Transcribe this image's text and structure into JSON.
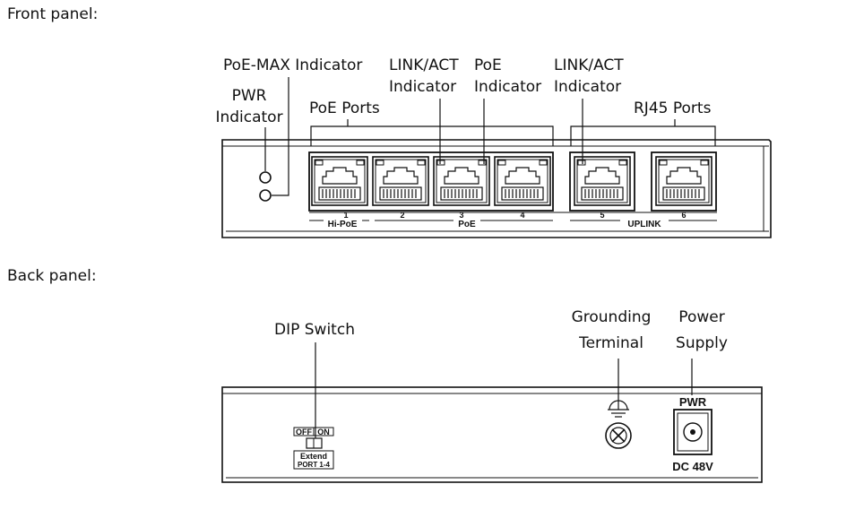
{
  "sections": {
    "front_title": "Front panel:",
    "back_title": "Back panel:"
  },
  "front": {
    "callouts": {
      "poe_max": "PoE-MAX Indicator",
      "pwr_line1": "PWR",
      "pwr_line2": "Indicator",
      "poe_ports": "PoE Ports",
      "link_act_1_line1": "LINK/ACT",
      "link_act_1_line2": "Indicator",
      "poe_ind_line1": "PoE",
      "poe_ind_line2": "Indicator",
      "link_act_2_line1": "LINK/ACT",
      "link_act_2_line2": "Indicator",
      "rj45_ports": "RJ45 Ports"
    },
    "port_numbers": [
      "1",
      "2",
      "3",
      "4",
      "5",
      "6"
    ],
    "group_labels": {
      "hi_poe": "Hi-PoE",
      "poe": "PoE",
      "uplink": "UPLINK"
    }
  },
  "back": {
    "callouts": {
      "dip_switch": "DIP Switch",
      "grounding_line1": "Grounding",
      "grounding_line2": "Terminal",
      "power_line1": "Power",
      "power_line2": "Supply"
    },
    "dip": {
      "off": "OFF",
      "on": "ON",
      "extend": "Extend",
      "port_range": "PORT 1-4"
    },
    "pwr_label": "PWR",
    "dc_label": "DC 48V"
  }
}
